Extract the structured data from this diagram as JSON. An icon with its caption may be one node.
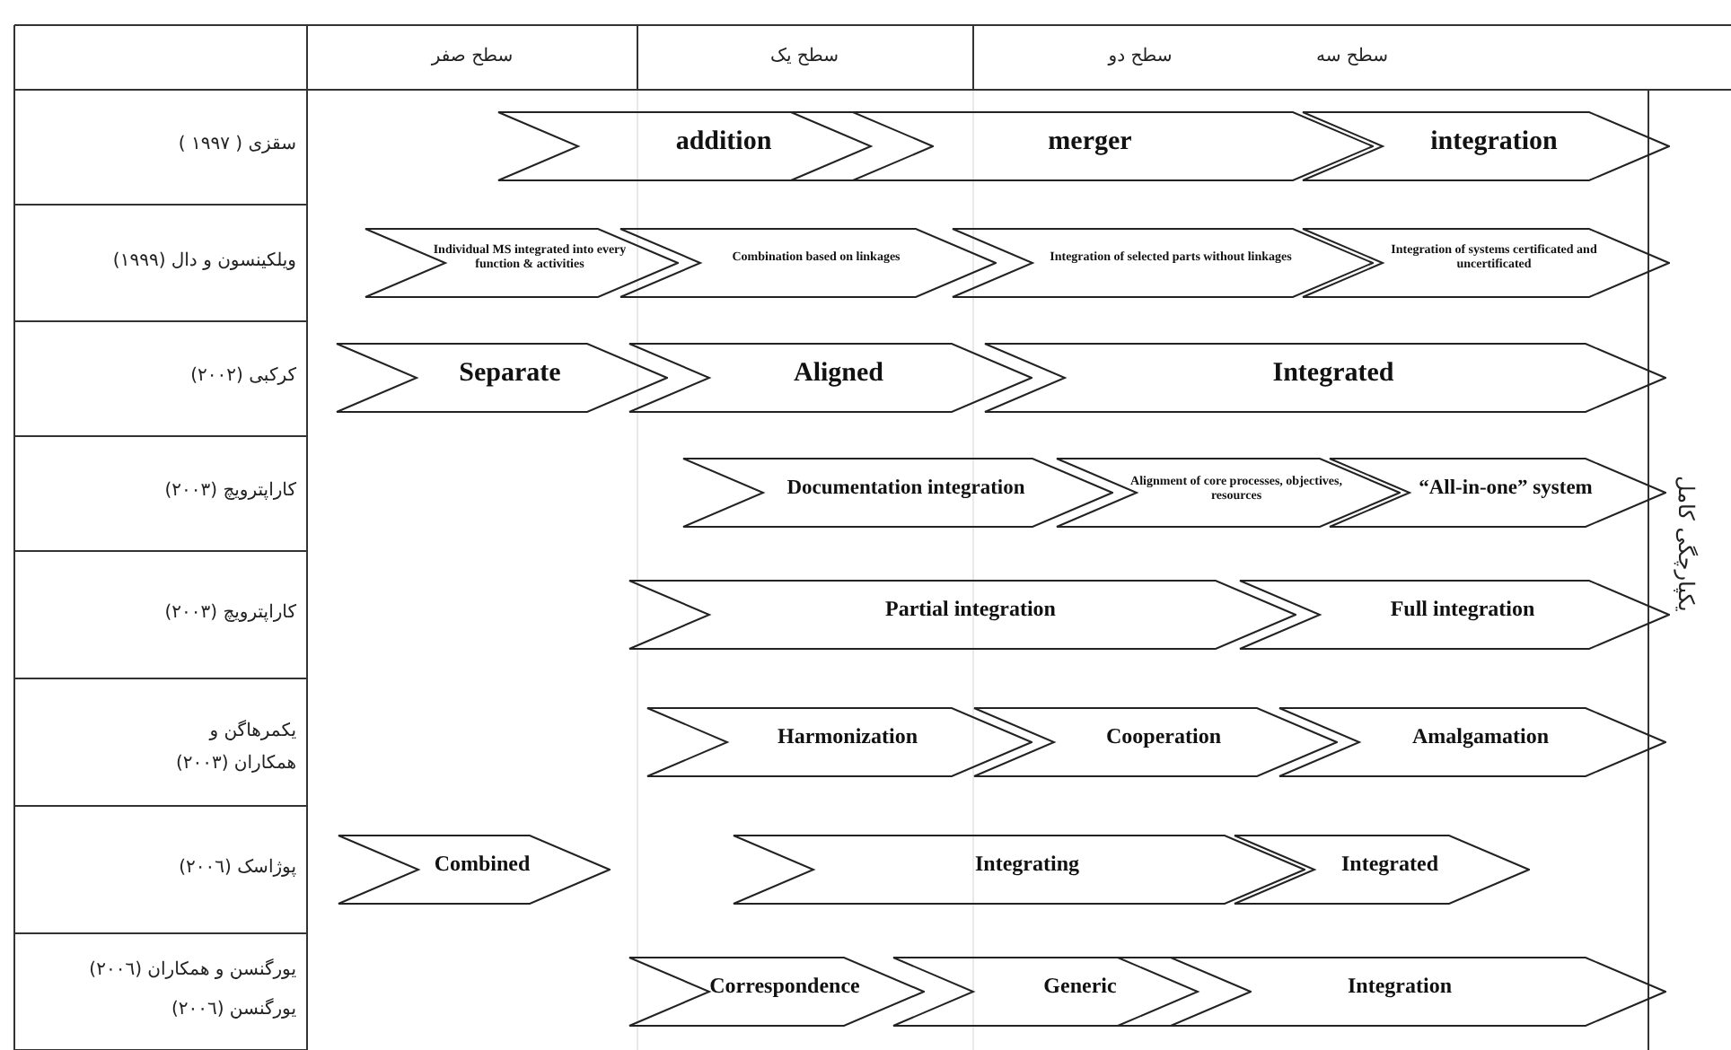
{
  "diagram": {
    "nodes": [
      {
        "text": [
          "addition"
        ]
      },
      {
        "text": [
          "merger"
        ]
      },
      {
        "text": [
          "integration"
        ]
      },
      {
        "text": [
          "Individual MS integrated into every function & activities"
        ]
      },
      {
        "text": [
          "Combination based on linkages"
        ]
      },
      {
        "text": [
          "Integration of selected parts without linkages"
        ]
      },
      {
        "text": [
          "Integration of systems certificated and uncertificated"
        ]
      },
      {
        "text": [
          "Separate"
        ]
      },
      {
        "text": [
          "Aligned"
        ]
      },
      {
        "text": [
          "Integrated"
        ]
      },
      {
        "text": [
          "Documentation integration"
        ]
      },
      {
        "text": [
          "Alignment of core processes, objectives, resources"
        ]
      },
      {
        "text": [
          "“All-in-one” system"
        ]
      },
      {
        "text": [
          "Partial integration"
        ]
      },
      {
        "text": [
          "Full integration"
        ]
      },
      {
        "text": [
          "Harmonization"
        ]
      },
      {
        "text": [
          "Cooperation"
        ]
      },
      {
        "text": [
          "Amalgamation"
        ]
      },
      {
        "text": [
          "Combined"
        ]
      },
      {
        "text": [
          "Integrating"
        ]
      },
      {
        "text": [
          "Integrated"
        ]
      },
      {
        "text": [
          "Correspondence"
        ]
      },
      {
        "text": [
          "Generic"
        ]
      },
      {
        "text": [
          "Integration"
        ]
      }
    ],
    "labels": [
      "سطح صفر",
      "سطح یک",
      "سطح دو",
      "سطح سه",
      "سقزی ( ١٩٩٧ )",
      "ویلکینسون و دال (١٩٩٩)",
      "کرکبی (٢٠٠٢)",
      "کاراپترویچ (٢٠٠٣)",
      "کاراپترویچ (٢٠٠٣)",
      "یکمرهاگن و همکاران (٢٠٠٣)",
      "پوژاسک (٢٠٠٦)",
      "یورگنسن و همکاران (٢٠٠٦)",
      "یورگنسن (٢٠٠٦)",
      "یکپارچگی کامل"
    ]
  }
}
